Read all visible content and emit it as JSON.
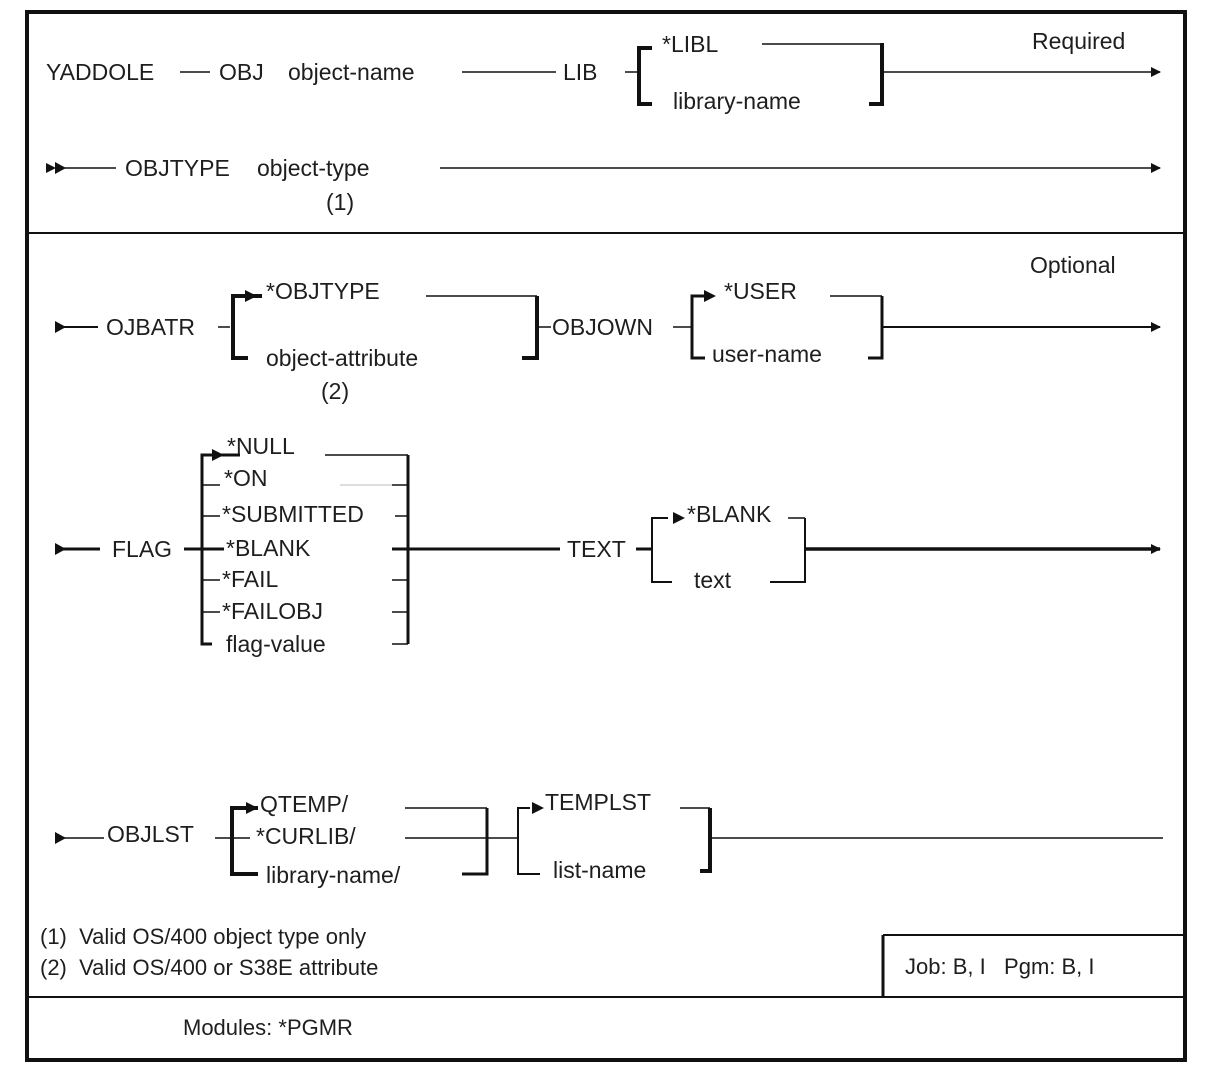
{
  "command": "YADDOLE",
  "sections": {
    "required": {
      "label": "Required",
      "rows": [
        {
          "keyword": "OBJ",
          "value": "object-name",
          "lib_keyword": "LIB",
          "lib_options": [
            "*LIBL",
            "library-name"
          ],
          "lib_default": "*LIBL"
        },
        {
          "keyword": "OBJTYPE",
          "value": "object-type",
          "footnote_ref": "(1)"
        }
      ]
    },
    "optional": {
      "label": "Optional",
      "objatr": {
        "keyword": "OJBATR",
        "options": [
          "*OBJTYPE",
          "object-attribute"
        ],
        "default": "*OBJTYPE",
        "footnote_ref": "(2)"
      },
      "objown": {
        "keyword": "OBJOWN",
        "options": [
          "*USER",
          "user-name"
        ],
        "default": "*USER"
      },
      "flag": {
        "keyword": "FLAG",
        "options": [
          "*NULL",
          "*ON",
          "*SUBMITTED",
          "*BLANK",
          "*FAIL",
          "*FAILOBJ",
          "flag-value"
        ],
        "default": "*NULL"
      },
      "text": {
        "keyword": "TEXT",
        "options": [
          "*BLANK",
          "text"
        ],
        "default": "*BLANK"
      },
      "objlst": {
        "keyword": "OBJLST",
        "lib_options": [
          "QTEMP/",
          "*CURLIB/",
          "library-name/"
        ],
        "lib_default": "QTEMP/",
        "list_options": [
          "TEMPLST",
          "list-name"
        ],
        "list_default": "TEMPLST"
      }
    }
  },
  "footnotes": [
    {
      "ref": "(1)",
      "text": "Valid OS/400 object  type only"
    },
    {
      "ref": "(2)",
      "text": "Valid OS/400  or S38E attribute"
    }
  ],
  "environment": "Job: B, I   Pgm: B, I",
  "modules": "Modules:  *PGMR"
}
